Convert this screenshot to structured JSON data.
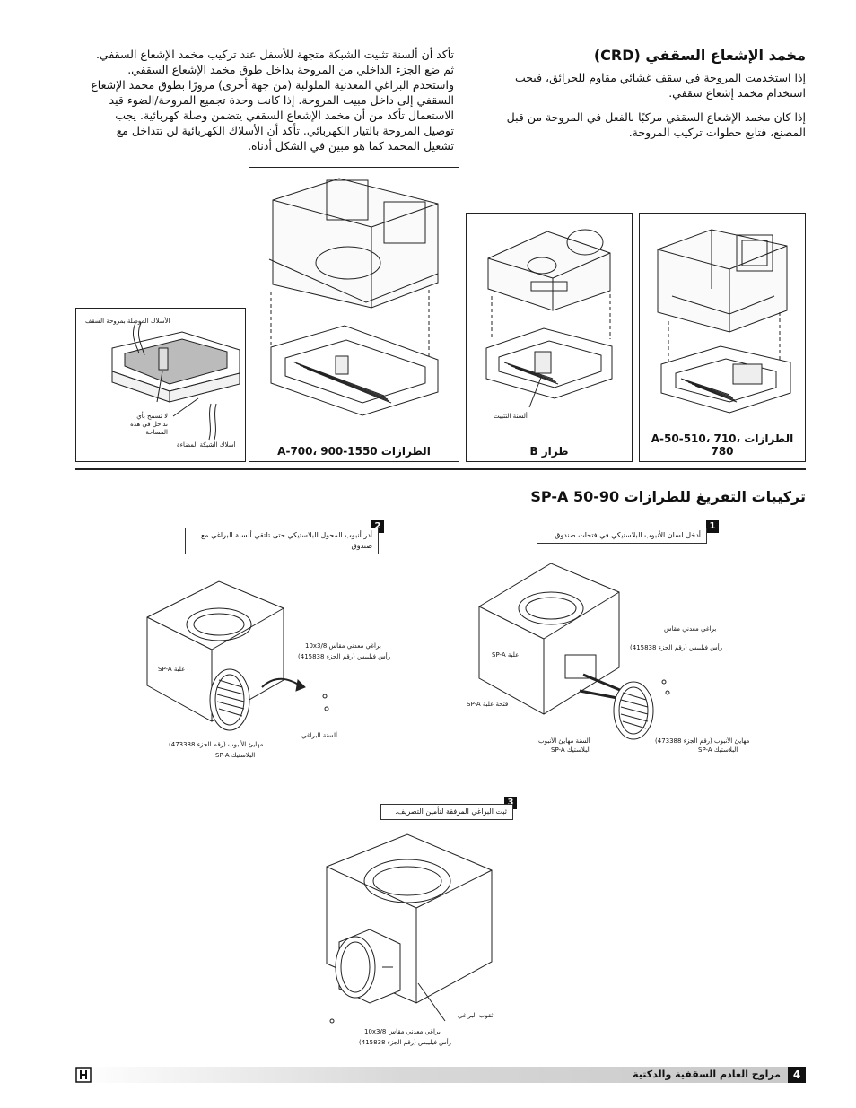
{
  "crd": {
    "heading": "مخمد الإشعاع السقفي (CRD)",
    "para_right_1": "إذا استخدمت المروحة في سقف غشائي مقاوم للحرائق، فيجب استخدام مخمد إشعاع سقفي.",
    "para_right_2": "إذا كان مخمد الإشعاع السقفي مركبًا بالفعل في المروحة من قبل المصنع، فتابع خطوات تركيب المروحة.",
    "para_left": "تأكد أن ألسنة تثبيت الشبكة متجهة للأسفل عند تركيب مخمد الإشعاع السقفي. ثم ضع الجزء الداخلي من المروحة بداخل طوق مخمد الإشعاع السقفي. واستخدم البراغي المعدنية الملولبة (من جهة أخرى) مرورًا بطوق مخمد الإشعاع السقفي إلى داخل مبيت المروحة. إذا كانت وحدة تجميع المروحة/الضوء قيد الاستعمال تأكد من أن مخمد الإشعاع السقفي يتضمن وصلة كهربائية. يجب توصيل المروحة بالتيار الكهربائي. تأكد أن الأسلاك الكهربائية لن تتداخل مع تشغيل المخمد كما هو مبين في الشكل أدناه."
  },
  "figures": {
    "fig1_caption": "الطرازات A-50-510، 710، 780",
    "fig2_caption": "طراز B",
    "fig2_label": "ألسنة التثبيت",
    "fig3_caption": "الطرازات A-700، 900-1550",
    "fig4_label_top": "الأسلاك الموصلة بمروحة السقف",
    "fig4_label_mid": "لا تسمح بأي تداخل في هذه المساحة",
    "fig4_label_bottom": "أسلاك الشبكة المضاءة"
  },
  "spa": {
    "heading": "تركيبات التفريغ للطرازات SP-A 50-90",
    "step1_num": "1",
    "step1_text": "أدخل لسان الأنبوب البلاستيكي في فتحات صندوق",
    "step2_num": "2",
    "step2_text": "أدر أنبوب المحول البلاستيكي حتى تلتقي ألسنة البراغي مع صندوق",
    "step3_num": "3",
    "step3_text": "ثبت البراغي المرفقة لتأمين التصريف.",
    "s1_screw": "براغي معدني مقاس",
    "s1_screw2": "رأس فيليبس (رقم الجزء 415838)",
    "s1_box": "علبة SP-A",
    "s1_opening": "فتحة علبة SP-A",
    "s1_tabs": "ألسنة مهايئ الأنبوب",
    "s1_tabs2": "البلاستيك SP-A",
    "s1_adapter": "مهايئ الأنبوب (رقم الجزء 473388)",
    "s1_adapter2": "البلاستيك SP-A",
    "s2_screw": "براغي معدني مقاس 10x3/8",
    "s2_screw2": "رأس فيليبس (رقم الجزء 415838)",
    "s2_box": "علبة SP-A",
    "s2_tabs": "ألسنة البراغي",
    "s2_adapter": "مهايئ الأنبوب (رقم الجزء 473388)",
    "s2_adapter2": "البلاستيك SP-A",
    "s3_holes": "ثقوب البراغي",
    "s3_screw": "براغي معدني مقاس 10x3/8",
    "s3_screw2": "رأس فيليبس (رقم الجزء 415838)"
  },
  "footer": {
    "page_number": "4",
    "title": "مراوح العادم السقفية والدكتية"
  }
}
